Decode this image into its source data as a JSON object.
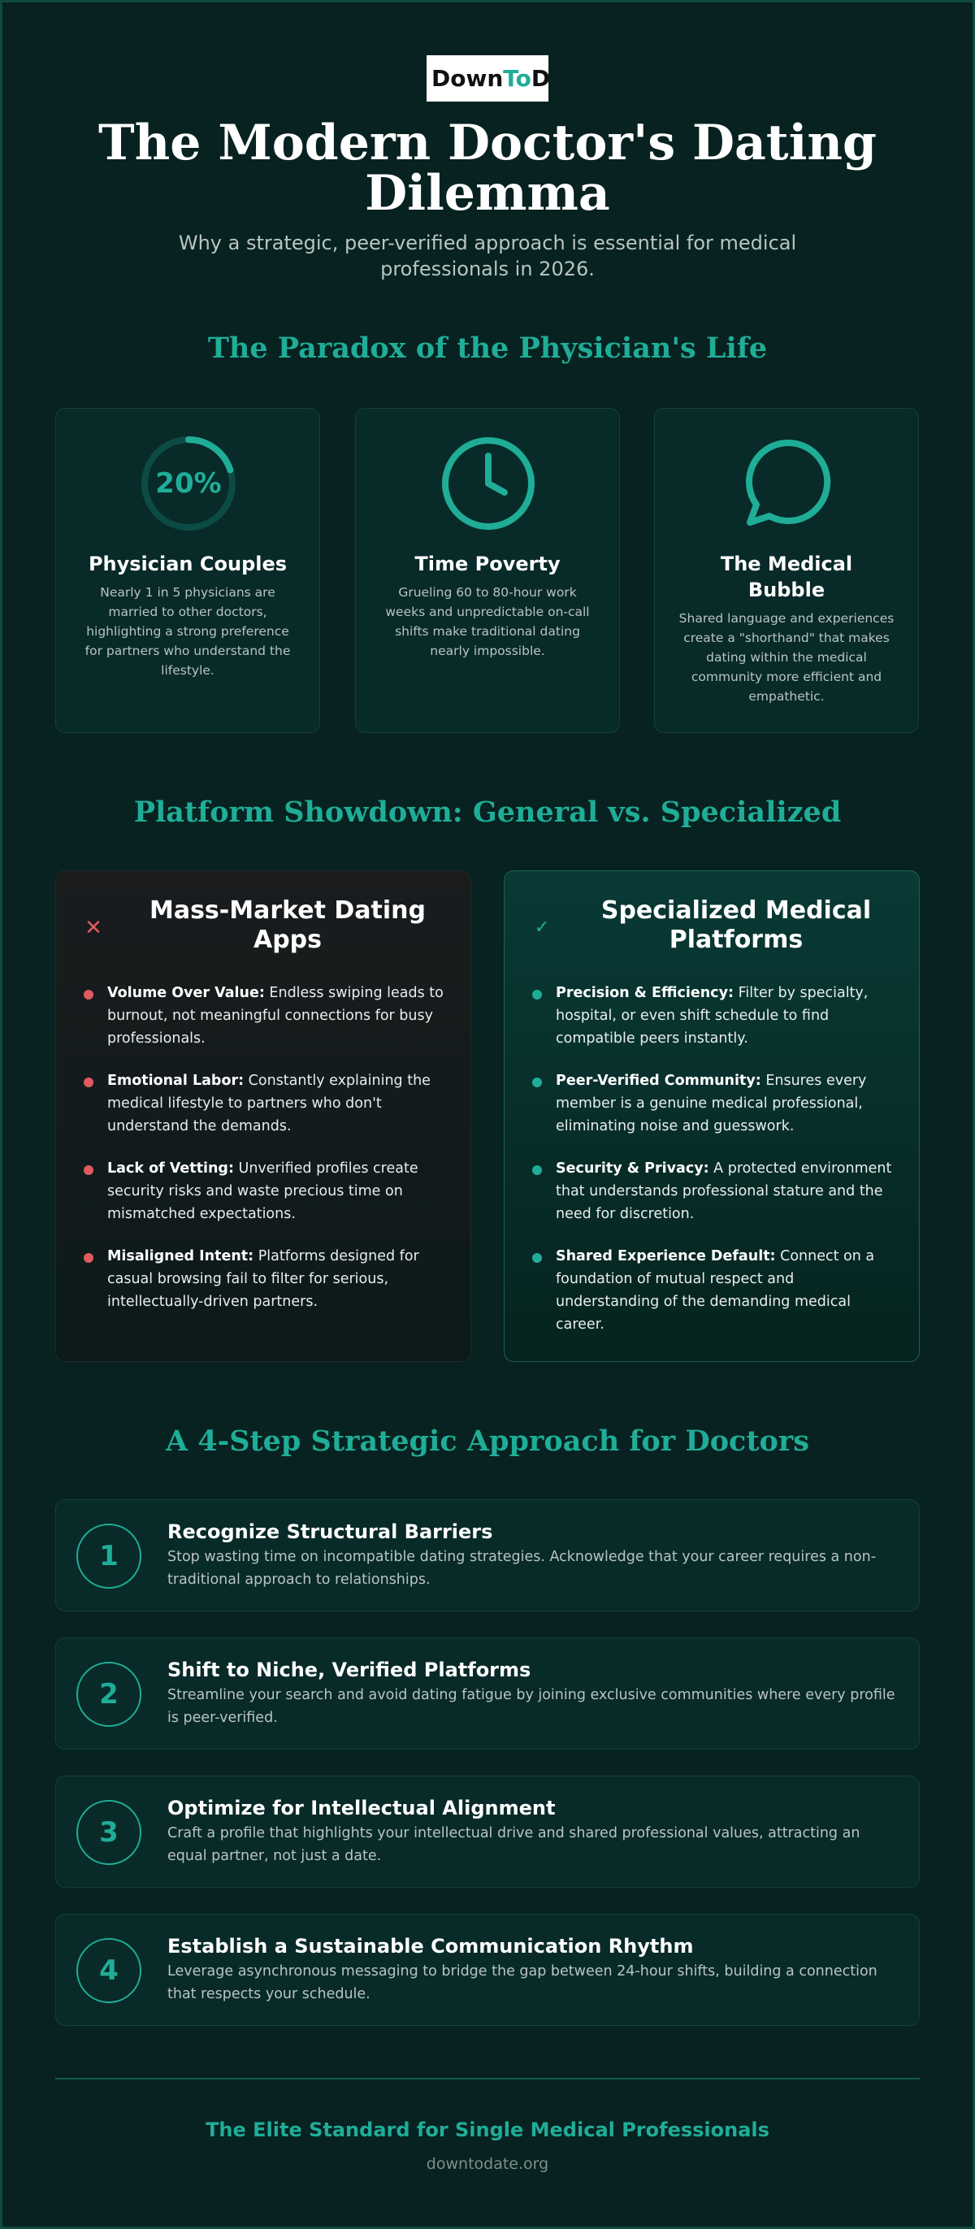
{
  "header": {
    "logo_part1": "Down",
    "logo_part2": "To",
    "logo_part3": "Date",
    "title": "The Modern Doctor's Dating Dilemma",
    "subtitle": "Why a strategic, peer-verified approach is essential for medical professionals in 2026."
  },
  "paradox": {
    "heading": "The Paradox of the Physician's Life",
    "cards": [
      {
        "icon": "progress-ring-icon",
        "stat": "20%",
        "stat_fraction": 0.2,
        "title": "Physician Couples",
        "body": "Nearly 1 in 5 physicians are married to other doctors, highlighting a strong preference for partners who understand the lifestyle."
      },
      {
        "icon": "clock-icon",
        "title": "Time Poverty",
        "body": "Grueling 60 to 80-hour work weeks and unpredictable on-call shifts make traditional dating nearly impossible."
      },
      {
        "icon": "chat-bubble-icon",
        "title": "The Medical Bubble",
        "body": "Shared language and experiences create a \"shorthand\" that makes dating within the medical community more efficient and empathetic."
      }
    ]
  },
  "showdown": {
    "heading": "Platform Showdown: General vs. Specialized",
    "general": {
      "mark": "✕",
      "title": "Mass-Market Dating Apps",
      "items": [
        {
          "label": "Volume Over Value:",
          "text": " Endless swiping leads to burnout, not meaningful connections for busy professionals."
        },
        {
          "label": "Emotional Labor:",
          "text": " Constantly explaining the medical lifestyle to partners who don't understand the demands."
        },
        {
          "label": "Lack of Vetting:",
          "text": " Unverified profiles create security risks and waste precious time on mismatched expectations."
        },
        {
          "label": "Misaligned Intent:",
          "text": " Platforms designed for casual browsing fail to filter for serious, intellectually-driven partners."
        }
      ]
    },
    "specialized": {
      "mark": "✓",
      "title": "Specialized Medical Platforms",
      "items": [
        {
          "label": "Precision & Efficiency:",
          "text": " Filter by specialty, hospital, or even shift schedule to find compatible peers instantly."
        },
        {
          "label": "Peer-Verified Community:",
          "text": " Ensures every member is a genuine medical professional, eliminating noise and guesswork."
        },
        {
          "label": "Security & Privacy:",
          "text": " A protected environment that understands professional stature and the need for discretion."
        },
        {
          "label": "Shared Experience Default:",
          "text": " Connect on a foundation of mutual respect and understanding of the demanding medical career."
        }
      ]
    }
  },
  "steps": {
    "heading": "A 4-Step Strategic Approach for Doctors",
    "items": [
      {
        "num": "1",
        "title": "Recognize Structural Barriers",
        "desc": "Stop wasting time on incompatible dating strategies. Acknowledge that your career requires a non-traditional approach to relationships."
      },
      {
        "num": "2",
        "title": "Shift to Niche, Verified Platforms",
        "desc": "Streamline your search and avoid dating fatigue by joining exclusive communities where every profile is peer-verified."
      },
      {
        "num": "3",
        "title": "Optimize for Intellectual Alignment",
        "desc": "Craft a profile that highlights your intellectual drive and shared professional values, attracting an equal partner, not just a date."
      },
      {
        "num": "4",
        "title": "Establish a Sustainable Communication Rhythm",
        "desc": "Leverage asynchronous messaging to bridge the gap between 24-hour shifts, building a connection that respects your schedule."
      }
    ]
  },
  "footer": {
    "tagline": "The Elite Standard for Single Medical Professionals",
    "url": "downtodate.org"
  },
  "colors": {
    "background": "#072220",
    "accent": "#1fad98",
    "negative": "#e05a5f"
  }
}
